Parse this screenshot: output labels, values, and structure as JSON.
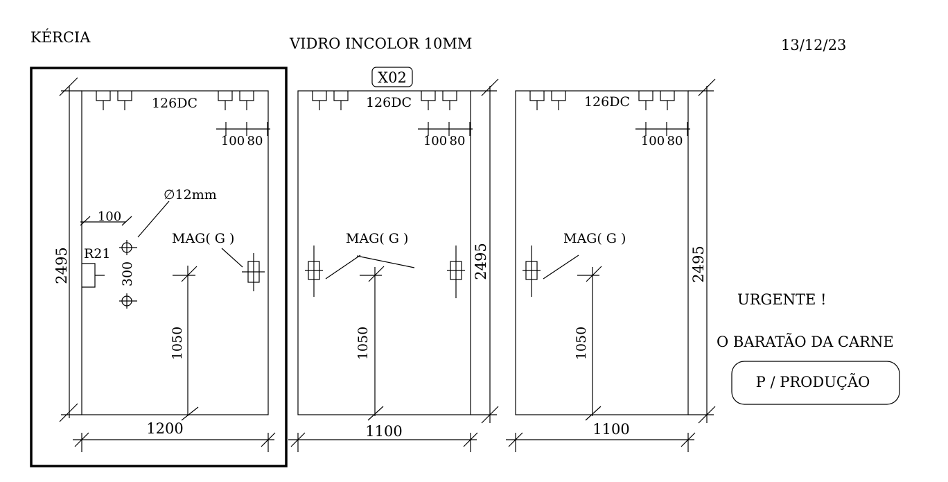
{
  "header": {
    "client": "KÉRCIA",
    "material": "VIDRO INCOLOR 10MM",
    "date": "13/12/23",
    "label": "X02"
  },
  "notes": {
    "urgent": "URGENTE !",
    "customer": "O BARATÃO DA CARNE",
    "stamp": "P / PRODUÇÃO"
  },
  "panels": [
    {
      "hinge_label": "126DC",
      "offset_a": "100",
      "offset_b": "80",
      "height": "2495",
      "width": "1200",
      "handle_height": "1050",
      "lock_label": "MAG( G )",
      "hole_diameter": "∅12mm",
      "hole_offset": "100",
      "hole_spacing": "300",
      "notch": "R21"
    },
    {
      "hinge_label": "126DC",
      "offset_a": "100",
      "offset_b": "80",
      "height": "2495",
      "width": "1100",
      "handle_height": "1050",
      "lock_label": "MAG( G )"
    },
    {
      "hinge_label": "126DC",
      "offset_a": "100",
      "offset_b": "80",
      "height": "2495",
      "width": "1100",
      "handle_height": "1050",
      "lock_label": "MAG( G )"
    }
  ]
}
